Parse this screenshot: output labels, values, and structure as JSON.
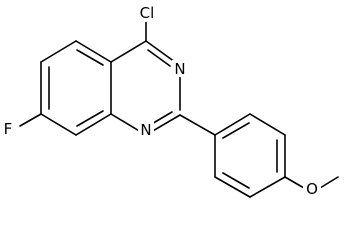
{
  "molecule": {
    "atoms": [
      {
        "id": "Cl",
        "label": "Cl"
      },
      {
        "id": "N3",
        "label": "N"
      },
      {
        "id": "N1",
        "label": "N"
      },
      {
        "id": "F",
        "label": "F"
      },
      {
        "id": "O",
        "label": "O"
      }
    ]
  }
}
